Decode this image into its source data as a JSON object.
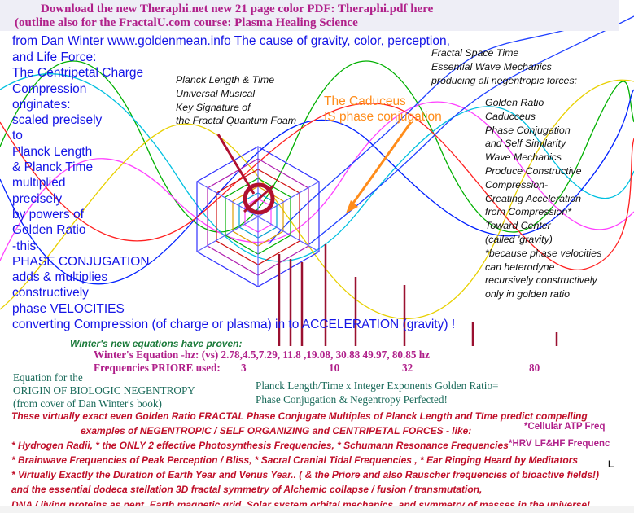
{
  "banner": {
    "line1": "Download the new   Theraphi.net   new  21 page color PDF:      Theraphi.pdf     here",
    "line2": "(outline also for the     FractalU.com    course: Plasma Healing Science"
  },
  "header_line": "from Dan Winter   www.goldenmean.info   The cause of gravity, color, perception,",
  "left_column": [
    "and Life Force:",
    "The Centripetal Charge",
    "Compression",
    "originates:",
    "scaled precisely",
    "to",
    "Planck Length",
    "& Planck Time",
    "multiplied",
    "precisely",
    "by powers of",
    "Golden Ratio",
    "-this",
    "PHASE CONJUGATION",
    "adds & multiplies",
    "constructively",
    "phase VELOCITIES",
    "converting Compression (of charge or plasma) in to ACCELERATION  (gravity) !"
  ],
  "planck_caption": [
    "Planck Length & Time",
    "Universal Musical",
    "Key Signature of",
    "the Fractal Quantum Foam"
  ],
  "caduceus_caption": [
    "The Caduceus",
    "IS phase conjugation"
  ],
  "fractal_caption": [
    "Fractal Space Time",
    "Essential Wave Mechanics",
    "producing all negentropic forces:"
  ],
  "right_column": [
    "Golden Ratio",
    "Caducceus",
    "Phase Conjugation",
    "and Self Similarity",
    "Wave Mechanics",
    "Produce Constructive",
    "Compression-",
    "Creating Acceleration",
    "from Compression*",
    "Toward Center",
    "(called 'gravity)",
    "*because phase velocities",
    "can heterodyne",
    "recursively constructively",
    "only in golden ratio"
  ],
  "equations": {
    "proven": "Winter's new equations have proven:",
    "equation_line": "Winter's Equation -hz: (vs) 2.78,4.5,7.29, 11.8 ,19.08, 30.88      49.97,         80.85 hz",
    "priore_label": "Frequencies PRIORE used:",
    "priore_values": [
      "3",
      "10",
      "32",
      "80"
    ]
  },
  "negentropy": {
    "line1": "Equation for the",
    "line2": "ORIGIN OF BIOLOGIC NEGENTROPY",
    "line3": "(from cover of Dan Winter's book)"
  },
  "planck_summary": [
    "Planck Length/Time x Integer Exponents Golden Ratio=",
    "Phase Conjugation & Negentropy Perfected!"
  ],
  "red_block": [
    "These virtually exact even Golden Ratio FRACTAL  Phase Conjugate Multiples of Planck Length and TIme predict compelling",
    "examples of NEGENTROPIC / SELF ORGANIZING and  CENTRIPETAL  FORCES - like:",
    "* Hydrogen Radii, * the ONLY 2 effective Photosynthesis Frequencies, * Schumann Resonance Frequencies",
    "* Brainwave Frequencies of Peak Perception / Bliss,  * Sacral Cranial Tidal Frequencies , * Ear Ringing Heard by Meditators",
    "* Virtually Exactly the Duration of Earth Year and Venus Year..  ( & the Priore and also Rauscher frequencies of bioactive fields!)",
    "and the essential dodeca stellation 3D fractal symmetry  of Alchemic collapse / fusion / transmutation,",
    "DNA / living proteins as pent,  Earth magnetic grid, Solar system orbital mechanics, and symmetry of masses in the universe!"
  ],
  "overlays": {
    "atp": "*Cellular ATP Freq",
    "hrv": "*HRV LF&HF Frequenc",
    "l_mark": "L"
  },
  "colors": {
    "blue_text": "#1414e6",
    "purple_text": "#b0208a",
    "red_text": "#c0102a",
    "orange_text": "#ff8c1a",
    "green_text": "#1a7a3a",
    "frequency_lines": "#9a1030"
  }
}
